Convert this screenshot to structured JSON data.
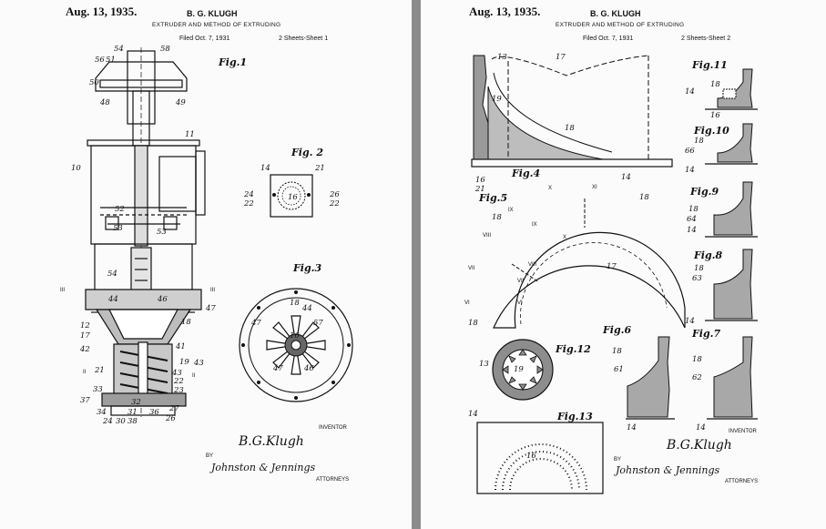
{
  "sheet1": {
    "date": "Aug. 13, 1935.",
    "inventor": "B. G. KLUGH",
    "title": "EXTRUDER AND METHOD OF EXTRUDING",
    "filed": "Filed Oct. 7, 1931",
    "sheet": "2 Sheets-Sheet 1",
    "fig_labels": [
      "Fig.1",
      "Fig. 2",
      "Fig.3"
    ],
    "inventor_caption": "INVENTOR",
    "inventor_signature": "B.G.Klugh",
    "by": "BY",
    "attorney_signature": "Johnston & Jennings",
    "attorneys_caption": "ATTORNEYS",
    "ref_numerals": [
      "54",
      "58",
      "56",
      "51",
      "50",
      "48",
      "49",
      "11",
      "10",
      "52",
      "53",
      "53",
      "54",
      "III",
      "III",
      "44",
      "46",
      "47",
      "12",
      "17",
      "18",
      "42",
      "43",
      "41",
      "19",
      "II",
      "21",
      "43",
      "II",
      "22",
      "23",
      "33",
      "37",
      "34",
      "32",
      "31",
      "36",
      "27",
      "26",
      "24",
      "30",
      "38",
      "16",
      "14",
      "21",
      "24",
      "22",
      "26",
      "22",
      "16",
      "18",
      "44",
      "47",
      "57",
      "47",
      "46"
    ]
  },
  "sheet2": {
    "date": "Aug. 13, 1935.",
    "inventor": "B. G. KLUGH",
    "title": "EXTRUDER AND METHOD OF EXTRUDING",
    "filed": "Filed Oct. 7, 1931",
    "sheet": "2 Sheets-Sheet 2",
    "fig_labels": [
      "Fig.4",
      "Fig.5",
      "Fig.6",
      "Fig.7",
      "Fig.8",
      "Fig.9",
      "Fig.10",
      "Fig.11",
      "Fig.12",
      "Fig.13"
    ],
    "inventor_caption": "INVENTOR",
    "inventor_signature": "B.G.Klugh",
    "by": "BY",
    "attorney_signature": "Johnston & Jennings",
    "attorneys_caption": "ATTORNEYS",
    "ref_numerals": [
      "13",
      "17",
      "19",
      "18",
      "16",
      "21",
      "14",
      "X",
      "XI",
      "IX",
      "18",
      "18",
      "VIII",
      "IX",
      "X",
      "VIII",
      "VII",
      "VI",
      "VI",
      "VII",
      "17",
      "18",
      "18",
      "61",
      "14",
      "18",
      "62",
      "14",
      "18",
      "63",
      "14",
      "18",
      "64",
      "14",
      "18",
      "66",
      "14",
      "18",
      "16",
      "14",
      "13",
      "19",
      "14",
      "16"
    ]
  }
}
